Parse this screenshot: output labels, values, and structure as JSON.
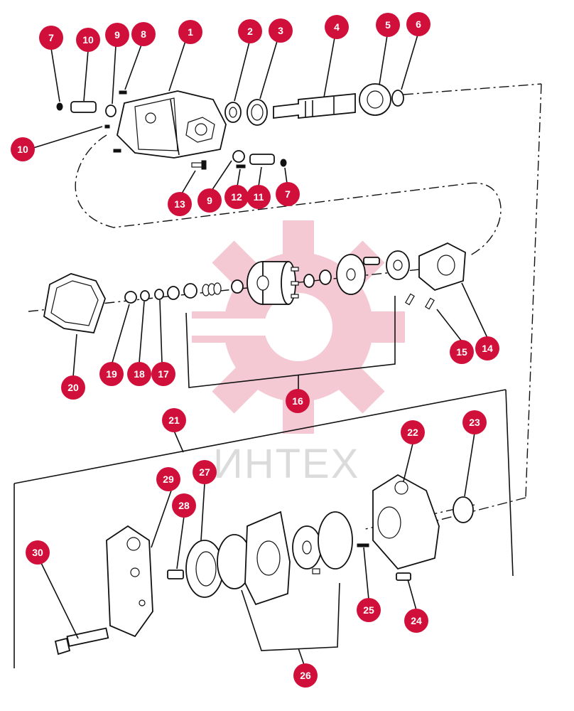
{
  "watermark": {
    "text": "ИНТЕХ",
    "color": "#d0103a"
  },
  "callout_color": "#d0103a",
  "callouts": {
    "c1": "1",
    "c2": "2",
    "c3": "3",
    "c4": "4",
    "c5": "5",
    "c6": "6",
    "c7a": "7",
    "c7b": "7",
    "c8": "8",
    "c9a": "9",
    "c9b": "9",
    "c10a": "10",
    "c10b": "10",
    "c11": "11",
    "c12": "12",
    "c13": "13",
    "c14": "14",
    "c15": "15",
    "c16": "16",
    "c17": "17",
    "c18": "18",
    "c19": "19",
    "c20": "20",
    "c21": "21",
    "c22": "22",
    "c23": "23",
    "c24": "24",
    "c25": "25",
    "c26": "26",
    "c27": "27",
    "c28": "28",
    "c29": "29",
    "c30": "30"
  }
}
